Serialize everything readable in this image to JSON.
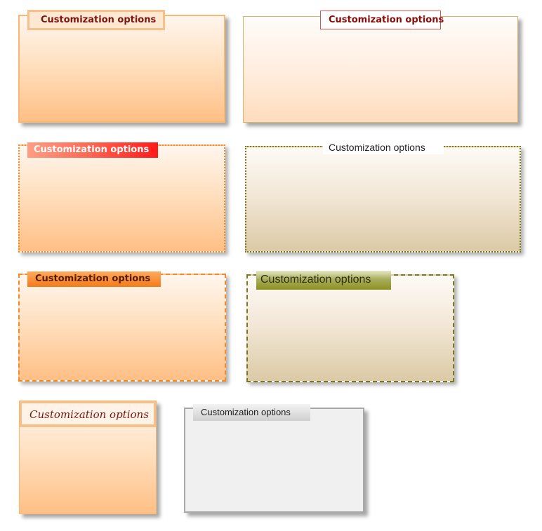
{
  "panels": [
    {
      "legend": "Customization options"
    },
    {
      "legend": "Customization options"
    },
    {
      "legend": "Customization options"
    },
    {
      "legend": "Customization options"
    },
    {
      "legend": "Customization options"
    },
    {
      "legend": "Customization options"
    },
    {
      "legend": "Customization options"
    },
    {
      "legend": "Customization options"
    }
  ]
}
